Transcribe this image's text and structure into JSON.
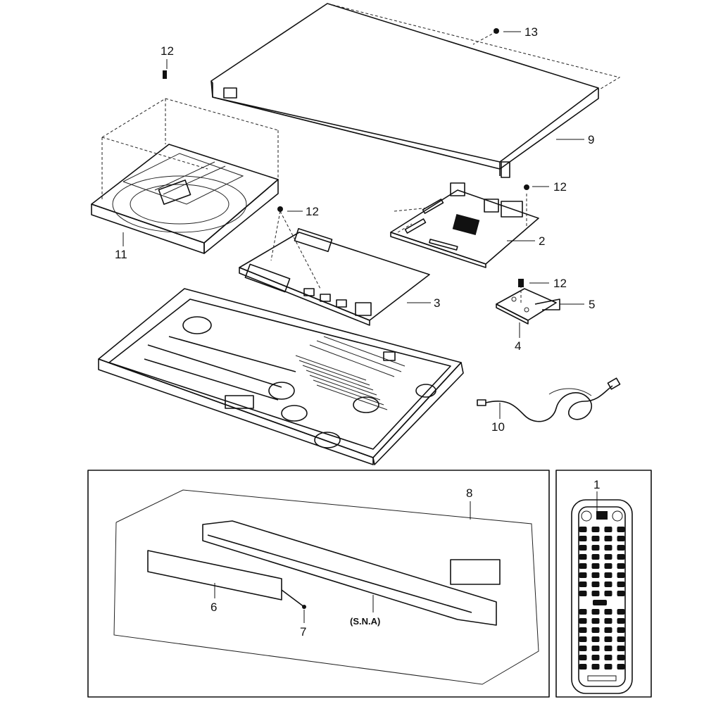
{
  "callouts": {
    "c1": "1",
    "c2": "2",
    "c3": "3",
    "c4": "4",
    "c5": "5",
    "c6": "6",
    "c7": "7",
    "c8": "8",
    "c9": "9",
    "c10": "10",
    "c11": "11",
    "c12a": "12",
    "c12b": "12",
    "c12c": "12",
    "c12d": "12",
    "c13": "13"
  },
  "sna_label": "(S.N.A)",
  "colors": {
    "line": "#111111",
    "background": "#ffffff"
  }
}
